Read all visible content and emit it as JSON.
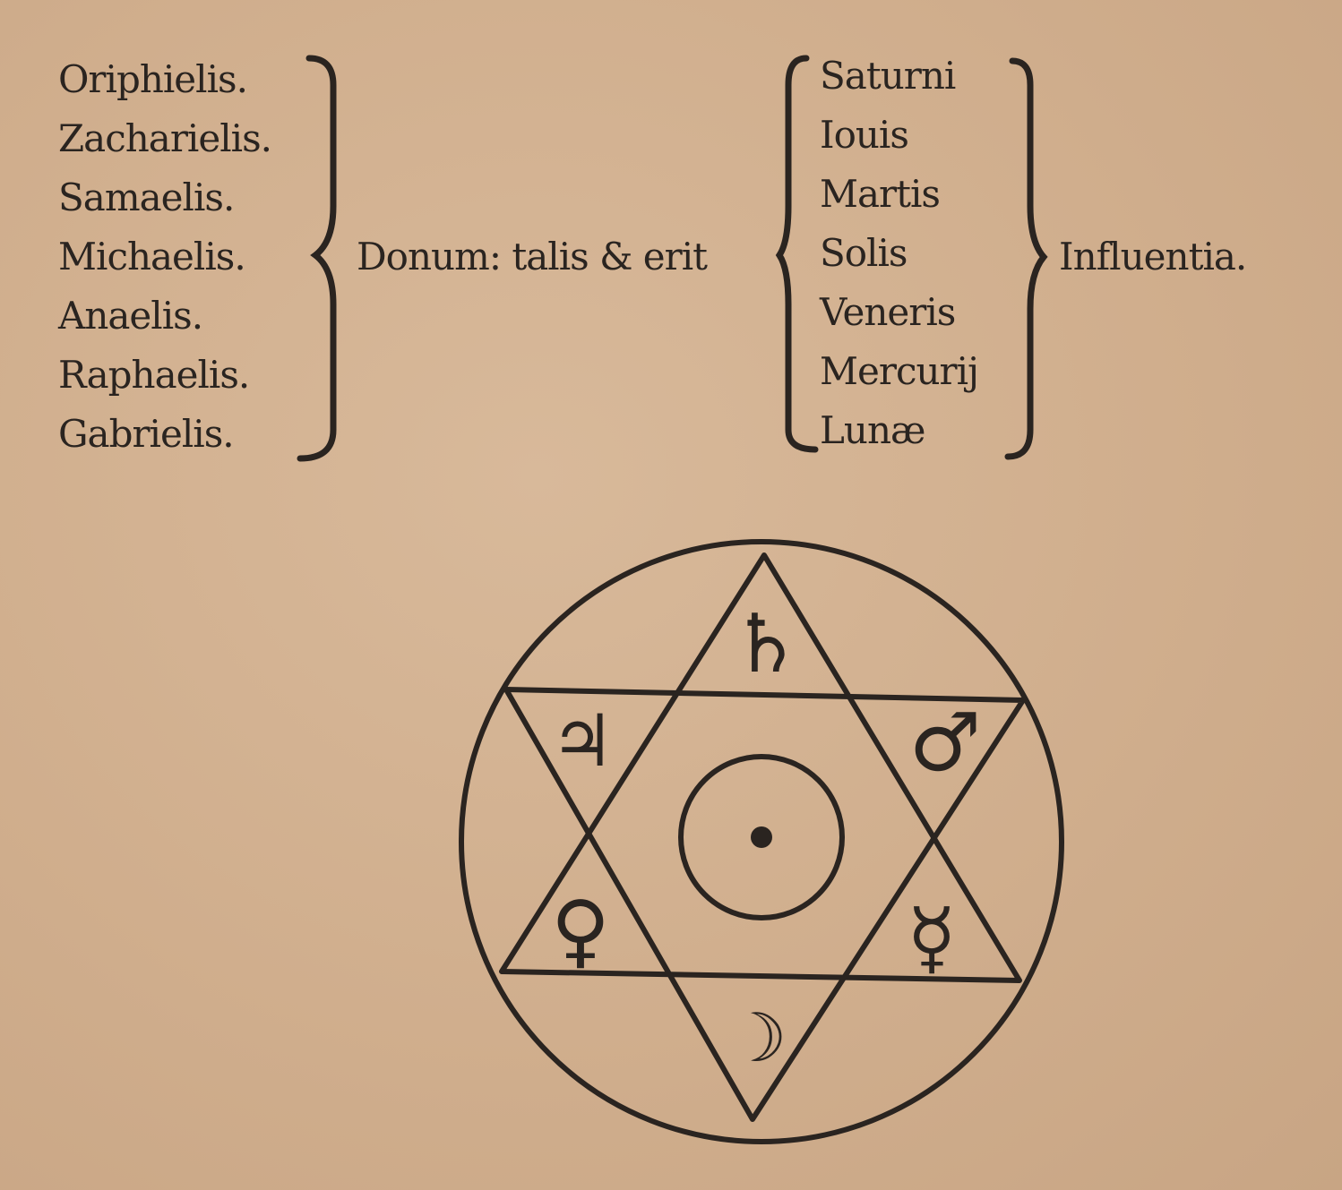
{
  "angels": [
    "Oriphielis.",
    "Zacharielis.",
    "Samaelis.",
    "Michaelis.",
    "Anaelis.",
    "Raphaelis.",
    "Gabrielis."
  ],
  "middle_text": "Donum: talis & erit",
  "planets": [
    "Saturni",
    "Iouis",
    "Martis",
    "Solis",
    "Veneris",
    "Mercurij",
    "Lunæ"
  ],
  "right_text": "Influentia.",
  "diagram": {
    "symbols": {
      "saturn": "♄",
      "jupiter": "♃",
      "mars": "♂",
      "venus": "♀",
      "mercury": "☿",
      "moon": "☽"
    }
  },
  "colors": {
    "ink": "#2a2420",
    "paper": "#d3b292"
  }
}
